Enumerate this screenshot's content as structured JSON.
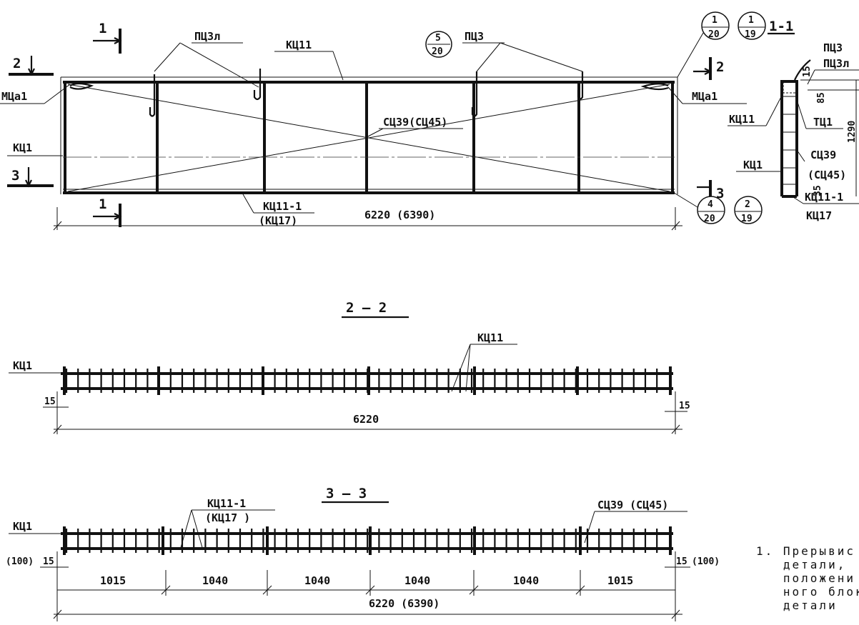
{
  "plan": {
    "cut_left_top": "1",
    "cut_left_bottom": "1",
    "mark_2_left": "2",
    "mark_2_right": "2",
    "mark_3_left": "3",
    "mark_3_right": "3",
    "label_pts3l": "ПЦ3л",
    "label_kts11": "КЦ11",
    "label_pts3": "ПЦ3",
    "label_mtsa1_left": "МЦа1",
    "label_mtsa1_right": "МЦа1",
    "label_kts1": "КЦ1",
    "label_sts39": "СЦ39(СЦ45)",
    "label_kts11_1": "КЦ11-1",
    "label_kts17": "(КЦ17)",
    "dim_total": "6220 (6390)",
    "callout_top_num": "5",
    "callout_top_den": "20",
    "callout_ne1_num": "1",
    "callout_ne1_den": "20",
    "callout_ne2_num": "1",
    "callout_ne2_den": "19",
    "callout_se1_num": "4",
    "callout_se1_den": "20",
    "callout_se2_num": "2",
    "callout_se2_den": "19"
  },
  "section_1_1": {
    "title": "1-1",
    "label_pts3": "ПЦ3",
    "label_pts3l": "ПЦ3л",
    "label_kts11": "КЦ11",
    "label_tts1": "ТЦ1",
    "label_kts1": "КЦ1",
    "label_sts39": "СЦ39",
    "label_sts45": "(СЦ45)",
    "label_kts11_1": "КЦ11-1",
    "label_kts17": "КЦ17",
    "dim_15": "15",
    "dim_85": "85",
    "dim_1290": "1290",
    "dim_35": "35"
  },
  "section_2_2": {
    "title": "2 — 2",
    "label_kts1": "КЦ1",
    "label_kts11": "КЦ11",
    "dim_left": "15",
    "dim_right": "15",
    "dim_total": "6220"
  },
  "section_3_3": {
    "title": "3 — 3",
    "label_kts1": "КЦ1",
    "label_kts11_1": "КЦ11-1",
    "label_kts17": "(КЦ17 )",
    "label_sts39": "СЦ39 (СЦ45)",
    "dim_left_paren": "(100)",
    "dim_left": "15",
    "dim_right": "15",
    "dim_right_paren": "(100)",
    "spans": [
      "1015",
      "1040",
      "1040",
      "1040",
      "1040",
      "1015"
    ],
    "dim_total": "6220 (6390)"
  },
  "note": {
    "line1": "1. Прерывис",
    "line2": "   детали, ",
    "line3": "   положени",
    "line4": "   ного блок",
    "line5": "   детали"
  }
}
